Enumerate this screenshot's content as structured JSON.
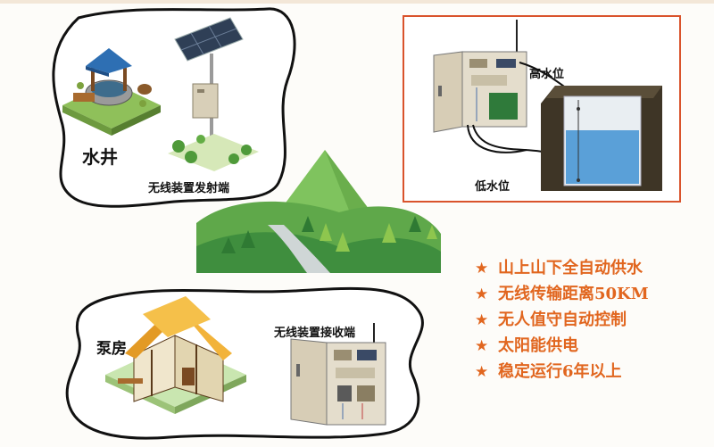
{
  "labels": {
    "well": "水井",
    "transmitter": "无线装置发射端",
    "high_level": "高水位",
    "low_level": "低水位",
    "pump_house": "泵房",
    "receiver": "无线装置接收端"
  },
  "features": [
    {
      "icon": "star-icon",
      "text": "山上山下全自动供水"
    },
    {
      "icon": "star-icon",
      "text": "无线传输距离50KM"
    },
    {
      "icon": "star-icon",
      "text": "无人值守自动控制"
    },
    {
      "icon": "star-icon",
      "text": "太阳能供电"
    },
    {
      "icon": "star-icon",
      "text": "稳定运行6年以上"
    }
  ],
  "colors": {
    "accent": "#e1661f",
    "panel_border": "#d9532c",
    "outline": "#111111",
    "grass": "#5fa84a",
    "water": "#5aa0d8"
  }
}
